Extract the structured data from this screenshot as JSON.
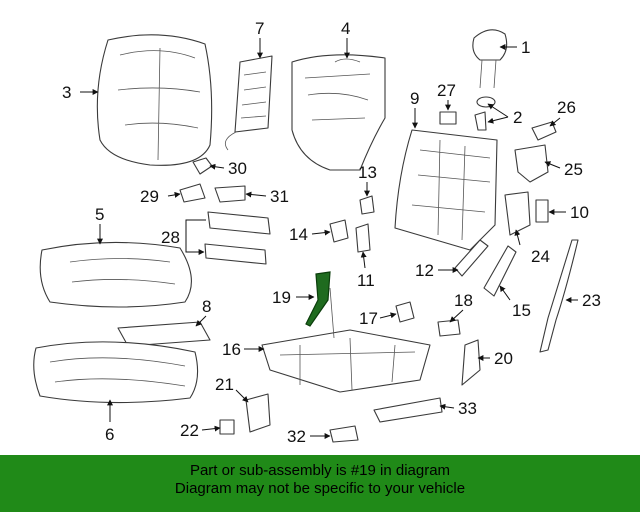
{
  "colors": {
    "highlight": "#1f6b1f",
    "banner_bg": "#208a18",
    "line": "#3a3a3a"
  },
  "callouts": [
    "1",
    "2",
    "3",
    "4",
    "5",
    "6",
    "7",
    "8",
    "9",
    "10",
    "11",
    "12",
    "13",
    "14",
    "15",
    "16",
    "17",
    "18",
    "19",
    "20",
    "21",
    "22",
    "23",
    "24",
    "25",
    "26",
    "27",
    "28",
    "29",
    "30",
    "31",
    "32",
    "33"
  ],
  "highlighted_part": "19",
  "banner": {
    "line1": "Part or sub-assembly is #19 in diagram",
    "line2": "Diagram may not be specific to your vehicle"
  }
}
